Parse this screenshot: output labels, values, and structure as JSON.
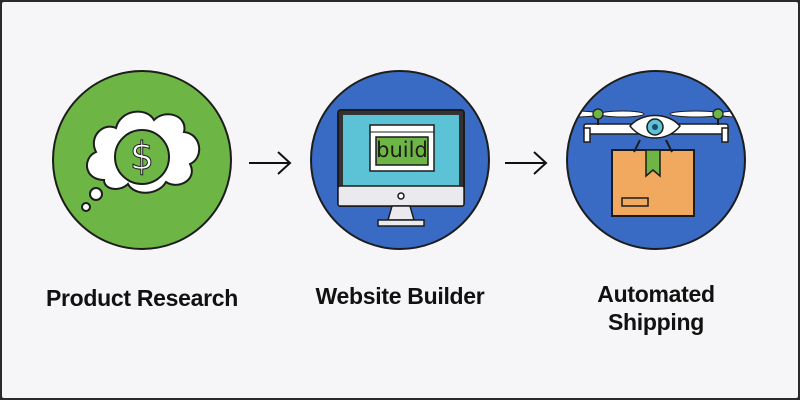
{
  "diagram": {
    "type": "process-flow",
    "direction": "left-to-right",
    "colors": {
      "background": "#f6f6f8",
      "green": "#6db544",
      "blue": "#3a6bc4",
      "screen": "#5cc3d6",
      "box": "#f0a95e",
      "outline": "#1c1c1c"
    },
    "steps": [
      {
        "label": "Product Research",
        "icon": "thought-cloud-dollar-icon",
        "circle_color": "#6db544",
        "symbol": "$"
      },
      {
        "label": "Website Builder",
        "icon": "monitor-build-icon",
        "circle_color": "#3a6bc4",
        "screen_text": "build"
      },
      {
        "label_line1": "Automated",
        "label_line2": "Shipping",
        "icon": "drone-package-icon",
        "circle_color": "#3a6bc4"
      }
    ],
    "connectors": [
      {
        "from": 0,
        "to": 1,
        "icon": "arrow-right-icon"
      },
      {
        "from": 1,
        "to": 2,
        "icon": "arrow-right-icon"
      }
    ]
  }
}
